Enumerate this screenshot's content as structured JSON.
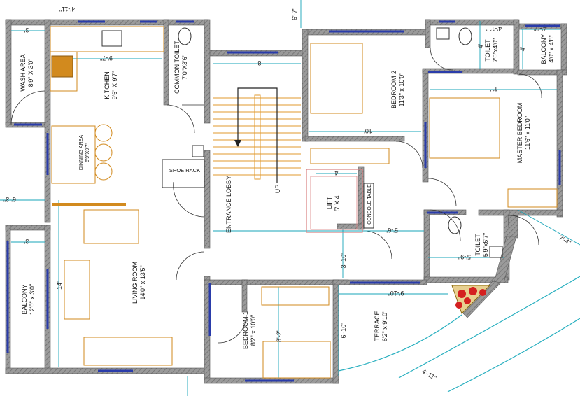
{
  "colors": {
    "wall": "#8e8e8e",
    "wall_edge": "#555555",
    "window": "#2a3caa",
    "dimension": "#17a4b8",
    "furniture": "#d28a1e",
    "stairs": "#e09a2c",
    "lift_outline": "#d98080",
    "planter": "#d42020",
    "terrace_arc": "#2ab0c0"
  },
  "rooms": {
    "wash_area": {
      "name": "WASH AREA",
      "size": "8'9\" X 3'0\""
    },
    "kitchen": {
      "name": "KITCHEN",
      "size": "9'6\" X 9'7\""
    },
    "common_toilet": {
      "name": "COMMON TOILET",
      "size": "7'0\"X3'6\""
    },
    "dining": {
      "name": "DINNING AREA",
      "size": "6'9\"X9'7\""
    },
    "shoe_rack": {
      "name": "SHOE RACK"
    },
    "entrance_lobby": {
      "name": "ENTRANCE LOBBY"
    },
    "lift": {
      "name": "LIFT",
      "size": "5' X 4'"
    },
    "console_table": {
      "name": "CONSOLE TABLE"
    },
    "bedroom2": {
      "name": "BEDROOM 2",
      "size": "11'3\" x 10'0\""
    },
    "toilet_top": {
      "name": "TOILET",
      "size": "7'0\"x4'0\""
    },
    "balcony_top": {
      "name": "BALCONY",
      "size": "4'0\" x 4'8\""
    },
    "master_bedroom": {
      "name": "MASTER BEDROOM",
      "size": "11'6\" x 11'0\""
    },
    "toilet_right": {
      "name": "TOILET",
      "size": "5'9\"x6'7\""
    },
    "living": {
      "name": "LIVING ROOM",
      "size": "14'0\" x 13'5\""
    },
    "balcony_left": {
      "name": "BALCONY",
      "size": "12'0\" x 3'0\""
    },
    "bedroom1": {
      "name": "BEDROOM 1",
      "size": "8'2\" x 10'0\""
    },
    "terrace": {
      "name": "TERRACE",
      "size": "6'2\" x 9'10\""
    }
  },
  "stairs_label": "UP",
  "dimensions": {
    "top_left": "4'-11\"",
    "top_mid": "6'-7\"",
    "top_right": "4'-11\"",
    "wash_3": "3'",
    "kitchen_97": "9'-7\"",
    "lobby_8": "8'",
    "bed2_10": "10'",
    "master_11": "11'",
    "balcony_48": "4'-8\"",
    "balcony_4": "4'",
    "toilet_4": "4'",
    "lift_4": "4'",
    "left_63": "6'-3\"",
    "balcony_3": "3'",
    "living_14": "14'",
    "lobby_56": "5'-6\"",
    "lift_310": "3'-10\"",
    "toilet_59": "5'-9\"",
    "terrace_910": "9'-10\"",
    "terrace_610": "6'-10\"",
    "bed1_82": "8'-2\"",
    "right_74": "7'-4\"",
    "bottom_411": "4'-11\""
  }
}
